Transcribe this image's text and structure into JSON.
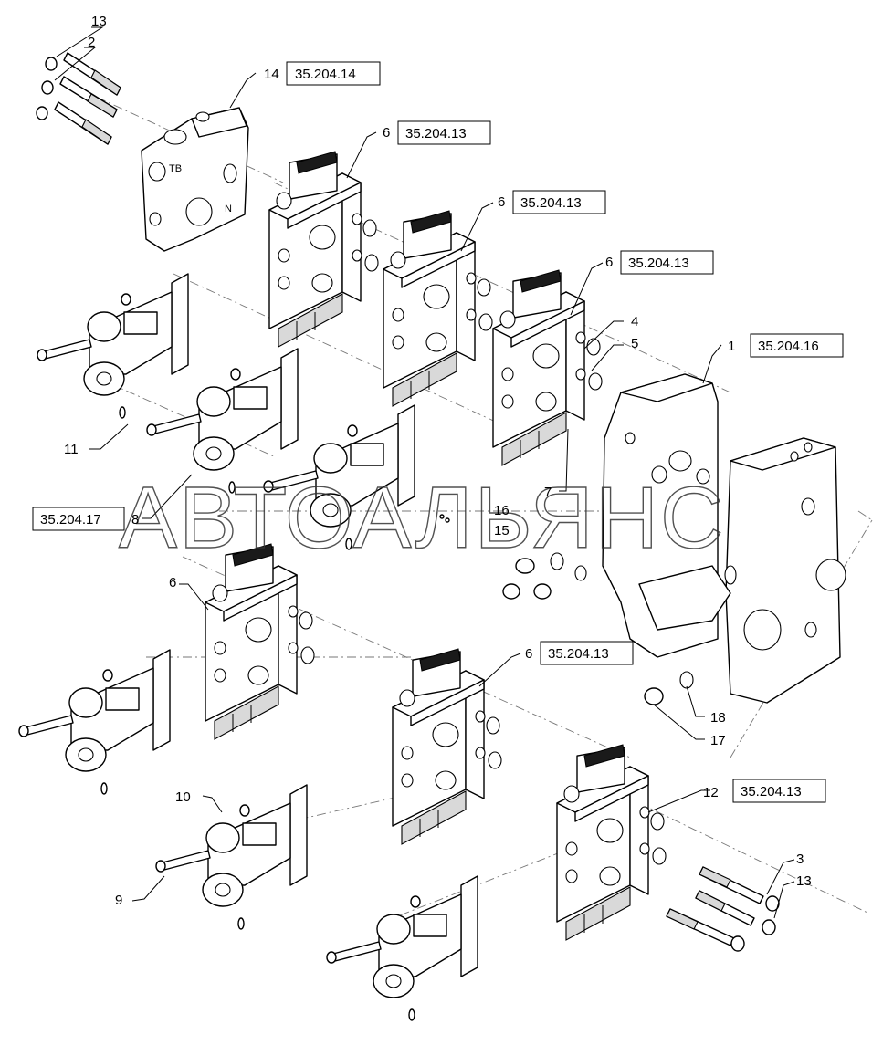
{
  "watermark": "АВТОАЛЬЯНС",
  "callouts": {
    "c13_top": "13",
    "c2": "2",
    "c14": "14",
    "c6_a": "6",
    "c6_b": "6",
    "c6_c": "6",
    "c4": "4",
    "c5": "5",
    "c1": "1",
    "c11": "11",
    "c7": "7",
    "c16": "16",
    "c15": "15",
    "c8": "8",
    "c6_d": "6",
    "c6_e": "6",
    "c18": "18",
    "c17": "17",
    "c12": "12",
    "c10": "10",
    "c9": "9",
    "c3": "3",
    "c13_bottom": "13"
  },
  "references": {
    "r14": "35.204.14",
    "r6_a": "35.204.13",
    "r6_b": "35.204.13",
    "r6_c": "35.204.13",
    "r1": "35.204.16",
    "r8": "35.204.17",
    "r6_e": "35.204.13",
    "r12": "35.204.13"
  }
}
